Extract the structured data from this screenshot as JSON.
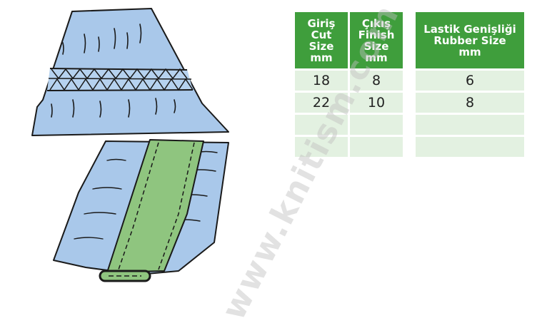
{
  "size_table": {
    "headers": [
      [
        "Giriş",
        "Cut",
        "Size",
        "mm"
      ],
      [
        "Çıkış",
        "Finish",
        "Size",
        "mm"
      ]
    ],
    "rows": [
      [
        "18",
        "8"
      ],
      [
        "22",
        "10"
      ],
      [
        "",
        ""
      ],
      [
        "",
        ""
      ]
    ]
  },
  "rubber_table": {
    "header": [
      "Lastik Genişliği",
      "Rubber Size",
      "mm"
    ],
    "rows": [
      "6",
      "8",
      "",
      ""
    ]
  },
  "watermark": "www.knitism.com",
  "colors": {
    "header_green": "#3f9e3c",
    "row_green": "#e3f1e1",
    "fabric_blue": "#a9c8ea",
    "rubber_green": "#8fc57f"
  }
}
